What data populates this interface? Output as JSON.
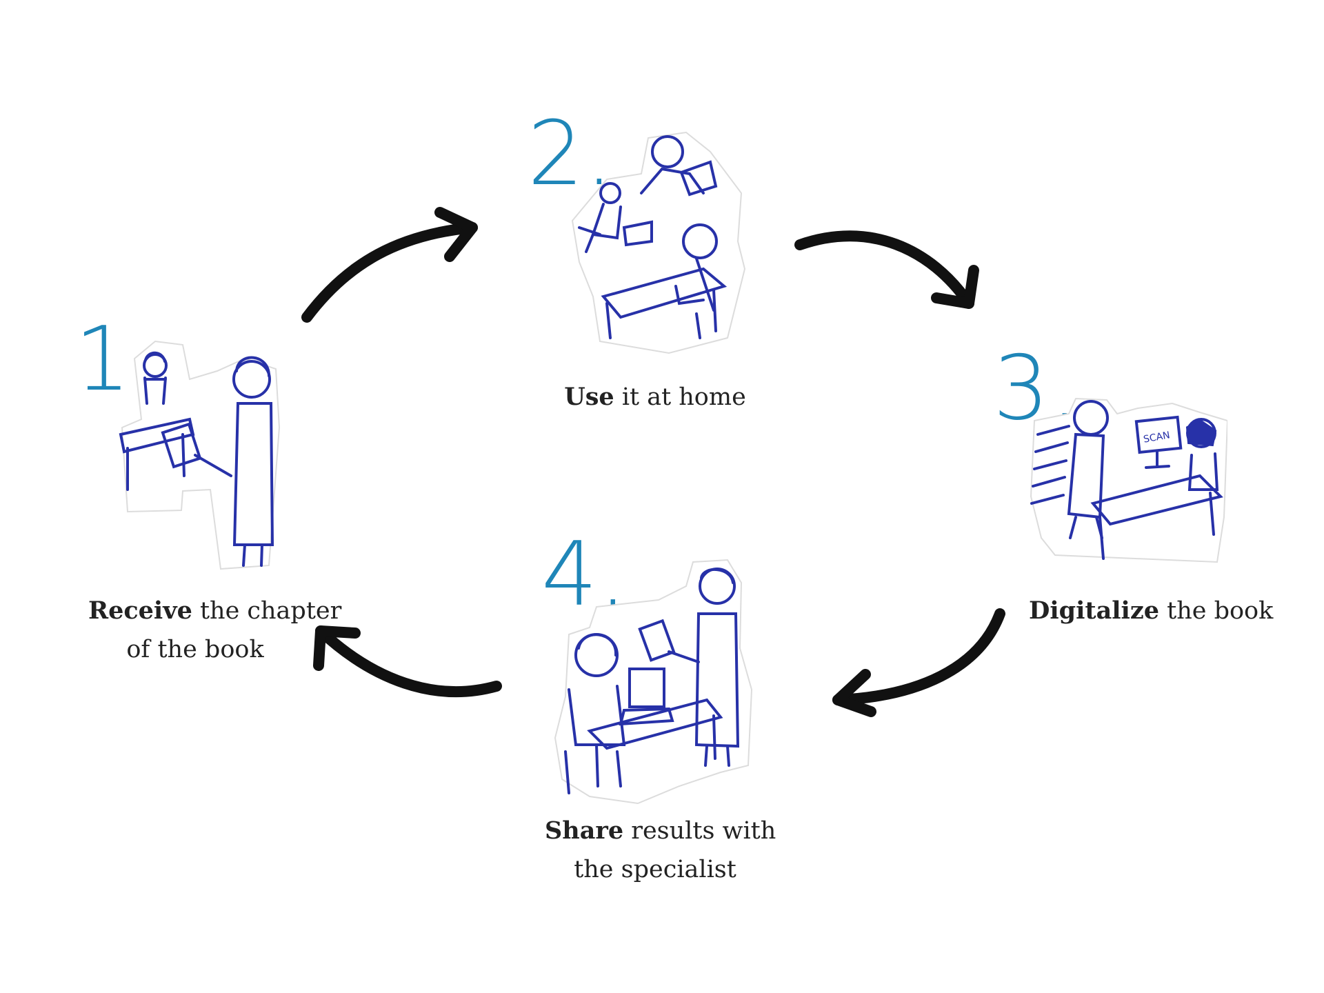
{
  "colors": {
    "number": "#1f86b8",
    "ink": "#2731a8",
    "arrow": "#111111",
    "paper": "#ffffff",
    "paper_shadow": "#d9d9d9"
  },
  "steps": [
    {
      "number": "1.",
      "bold": "Receive",
      "rest": " the chapter",
      "line2": "of the book",
      "illustration": "doctor-giving-chapter-illustration"
    },
    {
      "number": "2.",
      "bold": "Use",
      "rest": " it at home",
      "line2": "",
      "illustration": "family-using-book-at-home-illustration"
    },
    {
      "number": "3.",
      "bold": "Digitalize",
      "rest": " the book",
      "line2": "",
      "illustration": "scanning-book-illustration"
    },
    {
      "number": "4.",
      "bold": "Share",
      "rest": " results with",
      "line2": "the specialist",
      "illustration": "sharing-results-illustration"
    }
  ],
  "arrows": [
    {
      "from": "1.",
      "to": "2.",
      "icon": "curved-arrow-icon"
    },
    {
      "from": "2.",
      "to": "3.",
      "icon": "curved-arrow-icon"
    },
    {
      "from": "3.",
      "to": "4.",
      "icon": "curved-arrow-icon"
    },
    {
      "from": "4.",
      "to": "1.",
      "icon": "curved-arrow-icon"
    }
  ]
}
